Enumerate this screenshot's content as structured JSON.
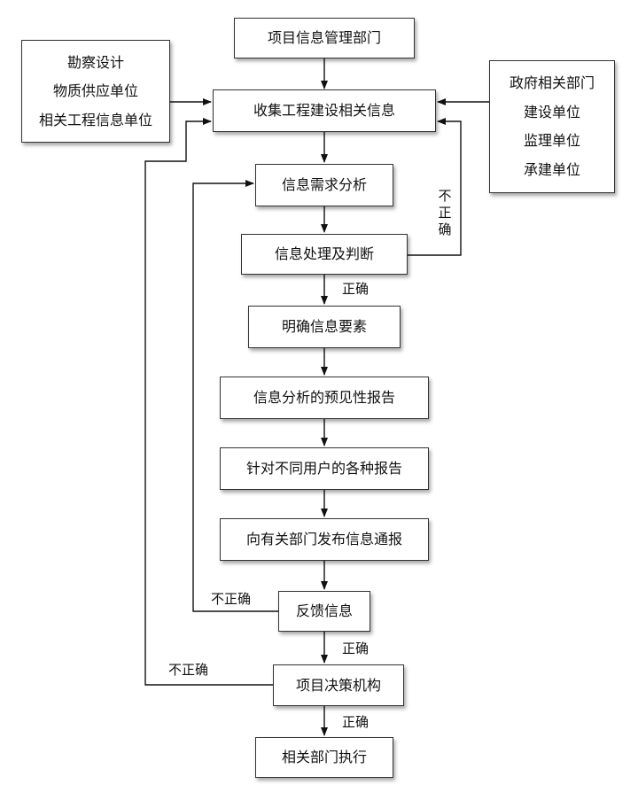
{
  "boxes": {
    "top": "项目信息管理部门",
    "collect": "收集工程建设相关信息",
    "left_sources": [
      "勘察设计",
      "物质供应单位",
      "相关工程信息单位"
    ],
    "right_sources": [
      "政府相关部门",
      "建设单位",
      "监理单位",
      "承建单位"
    ],
    "demand": "信息需求分析",
    "process": "信息处理及判断",
    "elements": "明确信息要素",
    "forecast": "信息分析的预见性报告",
    "reports": "针对不同用户的各种报告",
    "publish": "向有关部门发布信息通报",
    "feedback": "反馈信息",
    "decision": "项目决策机构",
    "execute": "相关部门执行"
  },
  "labels": {
    "correct_1": "正确",
    "incorrect_vertical": [
      "不",
      "正",
      "确"
    ],
    "incorrect_feedback": "不正确",
    "correct_2": "正确",
    "incorrect_decision": "不正确",
    "correct_3": "正确"
  }
}
